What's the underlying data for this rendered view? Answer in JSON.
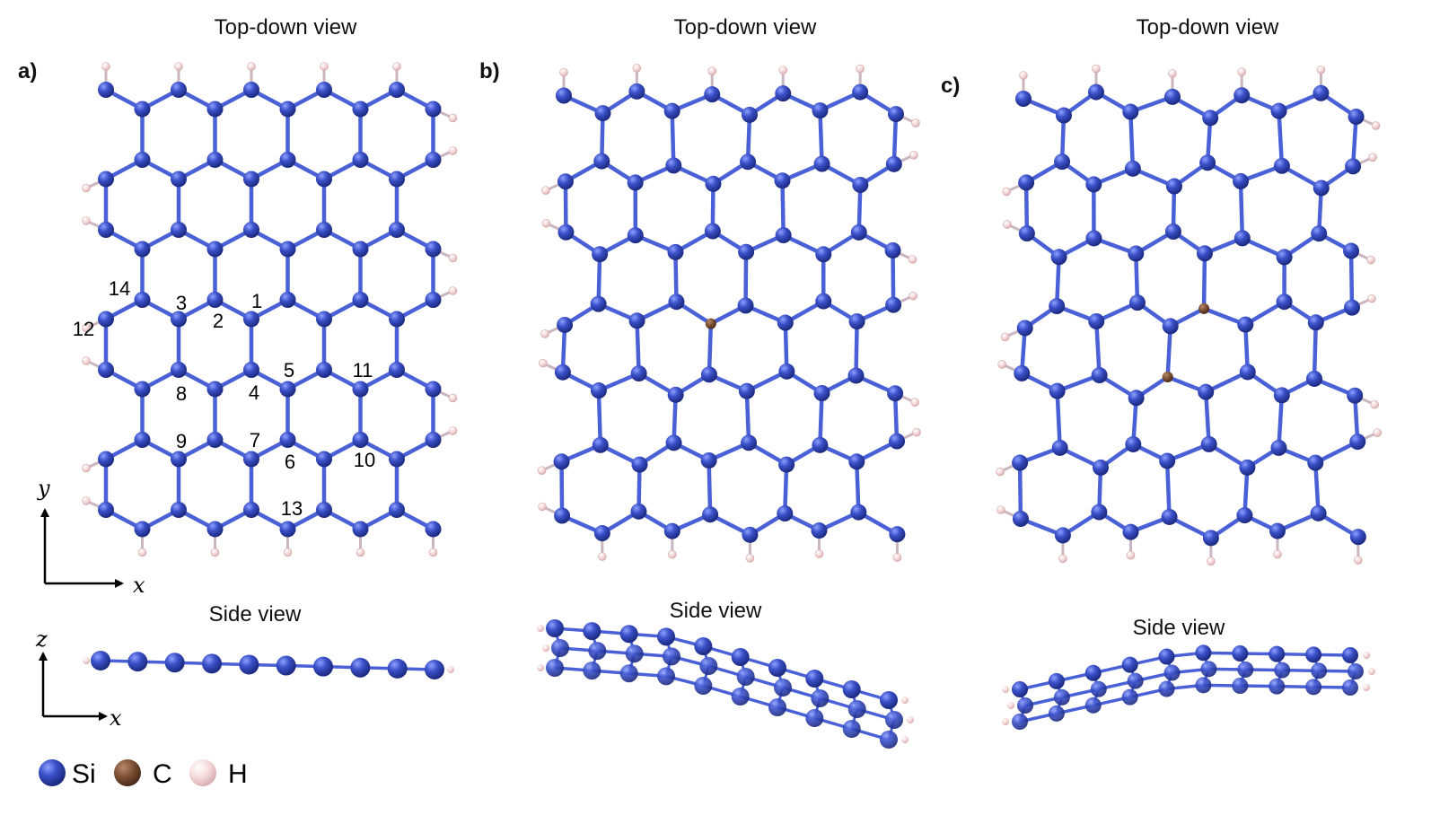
{
  "colors": {
    "si": "#3a50c8",
    "si_dark": "#1f2f8f",
    "bond": "#4a60d6",
    "c": "#7a4e32",
    "h": "#f3d6d6"
  },
  "panels": [
    {
      "label": "a)",
      "top_title": "Top-down view",
      "side_title": "Side view"
    },
    {
      "label": "b)",
      "top_title": "Top-down view",
      "side_title": "Side view"
    },
    {
      "label": "c)",
      "top_title": "Top-down view",
      "side_title": "Side view"
    }
  ],
  "site_labels": [
    "1",
    "2",
    "3",
    "4",
    "5",
    "6",
    "7",
    "8",
    "9",
    "10",
    "11",
    "12",
    "13",
    "14"
  ],
  "axes": {
    "top": {
      "vertical": "y",
      "horizontal": "x"
    },
    "side": {
      "vertical": "z",
      "horizontal": "x"
    }
  },
  "legend": [
    {
      "symbol": "Si",
      "color_key": "si"
    },
    {
      "symbol": "C",
      "color_key": "c"
    },
    {
      "symbol": "H",
      "color_key": "h"
    }
  ]
}
